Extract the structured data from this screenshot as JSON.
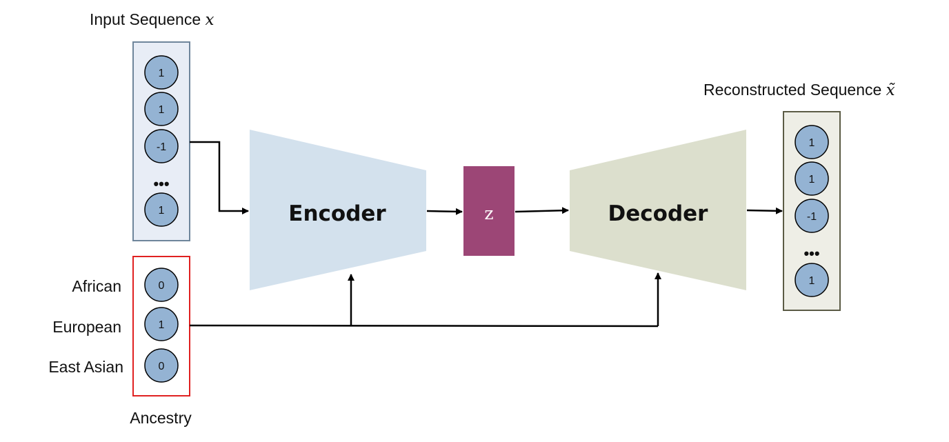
{
  "input": {
    "title": "Input Sequence",
    "symbol": "x",
    "values": [
      "1",
      "1",
      "-1",
      "1"
    ],
    "ellipsis": "•••"
  },
  "output": {
    "title": "Reconstructed Sequence",
    "symbol": "x̃",
    "values": [
      "1",
      "1",
      "-1",
      "1"
    ],
    "ellipsis": "•••"
  },
  "ancestry": {
    "title": "Ancestry",
    "labels": [
      "African",
      "European",
      "East Asian"
    ],
    "values": [
      "0",
      "1",
      "0"
    ]
  },
  "encoder": {
    "label": "Encoder"
  },
  "decoder": {
    "label": "Decoder"
  },
  "latent": {
    "label": "z"
  },
  "colors": {
    "node_fill": "#94b3d3",
    "input_box_fill": "#e8edf6",
    "input_box_stroke": "#6e859b",
    "output_box_fill": "#eeeee6",
    "output_box_stroke": "#5b5b45",
    "ancestry_box_stroke": "#e02020",
    "encoder_fill": "#d3e1ed",
    "decoder_fill": "#dcdfcd",
    "latent_fill": "#9c4676"
  }
}
